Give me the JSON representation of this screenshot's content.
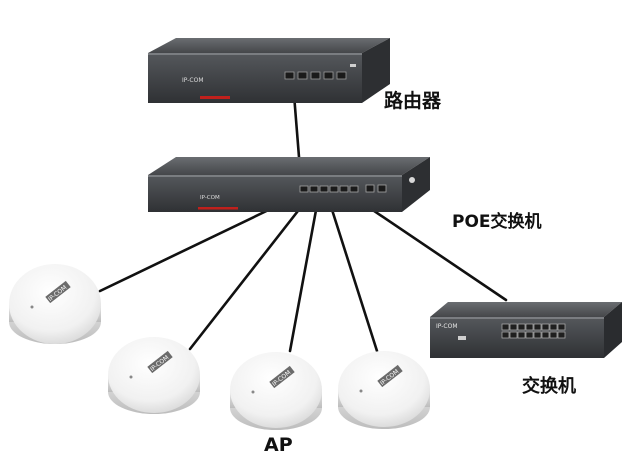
{
  "labels": {
    "router": "路由器",
    "poe_switch": "POE交换机",
    "switch": "交换机",
    "ap": "AP"
  },
  "device_marks": {
    "router_brand": "IP-COM",
    "poe_brand": "IP-COM",
    "switch_brand": "IP-COM",
    "ap_brand": "IP-COM"
  },
  "colors": {
    "device_dark": "#3f4144",
    "device_face": "#505357",
    "cable": "#111111",
    "ap_body": "#f4f4f4",
    "accent_red": "#c0201c"
  }
}
